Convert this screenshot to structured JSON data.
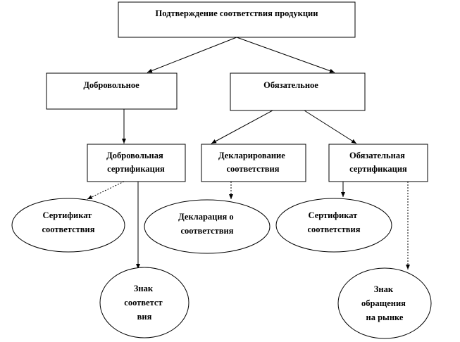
{
  "nodes": {
    "root": {
      "lines": [
        "Подтверждение соответствия продукции"
      ]
    },
    "voluntary": {
      "lines": [
        "Добровольное"
      ]
    },
    "mandatory": {
      "lines": [
        "Обязательное"
      ]
    },
    "voluntary_certification": {
      "lines": [
        "Добровольная",
        "сертификация"
      ]
    },
    "declaration_of_conformity": {
      "lines": [
        "Декларирование",
        "соответствия"
      ]
    },
    "mandatory_certification": {
      "lines": [
        "Обязательная",
        "сертификация"
      ]
    },
    "certificate_voluntary": {
      "lines": [
        "Сертификат",
        "соответствия"
      ]
    },
    "declaration_document": {
      "lines": [
        "Декларация о",
        "соответствия"
      ]
    },
    "certificate_mandatory": {
      "lines": [
        "Сертификат",
        "соответствия"
      ]
    },
    "conformity_mark": {
      "lines": [
        "Знак",
        "соответст",
        "вия"
      ]
    },
    "market_circulation_mark": {
      "lines": [
        "Знак",
        "обращения",
        "на рынке"
      ]
    }
  }
}
